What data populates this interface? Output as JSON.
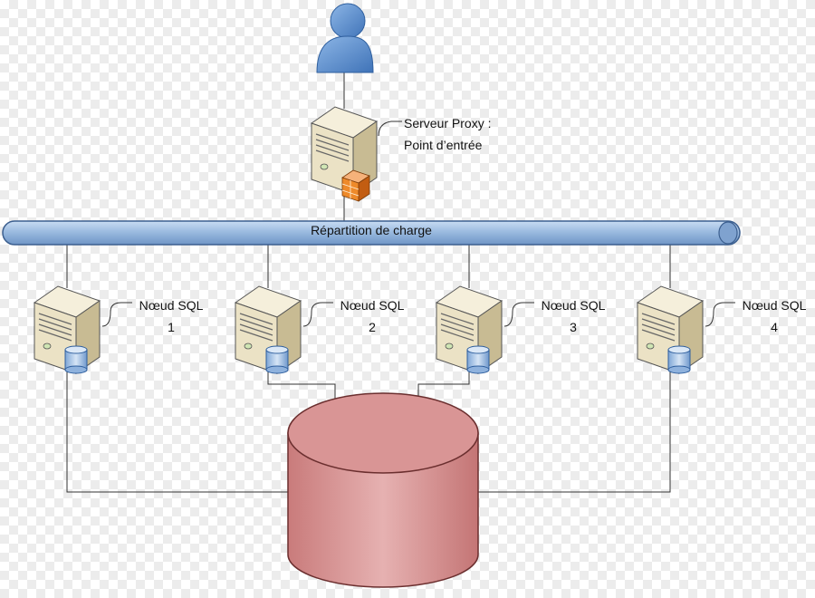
{
  "proxy": {
    "label_line1": "Serveur Proxy :",
    "label_line2": "Point d’entrée"
  },
  "load_balancer": {
    "label": "Répartition de charge"
  },
  "sql_nodes": [
    {
      "label": "Nœud SQL",
      "number": "1"
    },
    {
      "label": "Nœud SQL",
      "number": "2"
    },
    {
      "label": "Nœud SQL",
      "number": "3"
    },
    {
      "label": "Nœud SQL",
      "number": "4"
    }
  ],
  "colors": {
    "bus": "#9bbbe0",
    "database": "#d99595",
    "server_body": "#ece4c8",
    "user": "#5b8fd0",
    "firewall": "#ee8a2a"
  },
  "icons": [
    "user-icon",
    "proxy-server-icon",
    "firewall-icon",
    "sql-server-icon",
    "database-icon",
    "shared-database-icon"
  ]
}
